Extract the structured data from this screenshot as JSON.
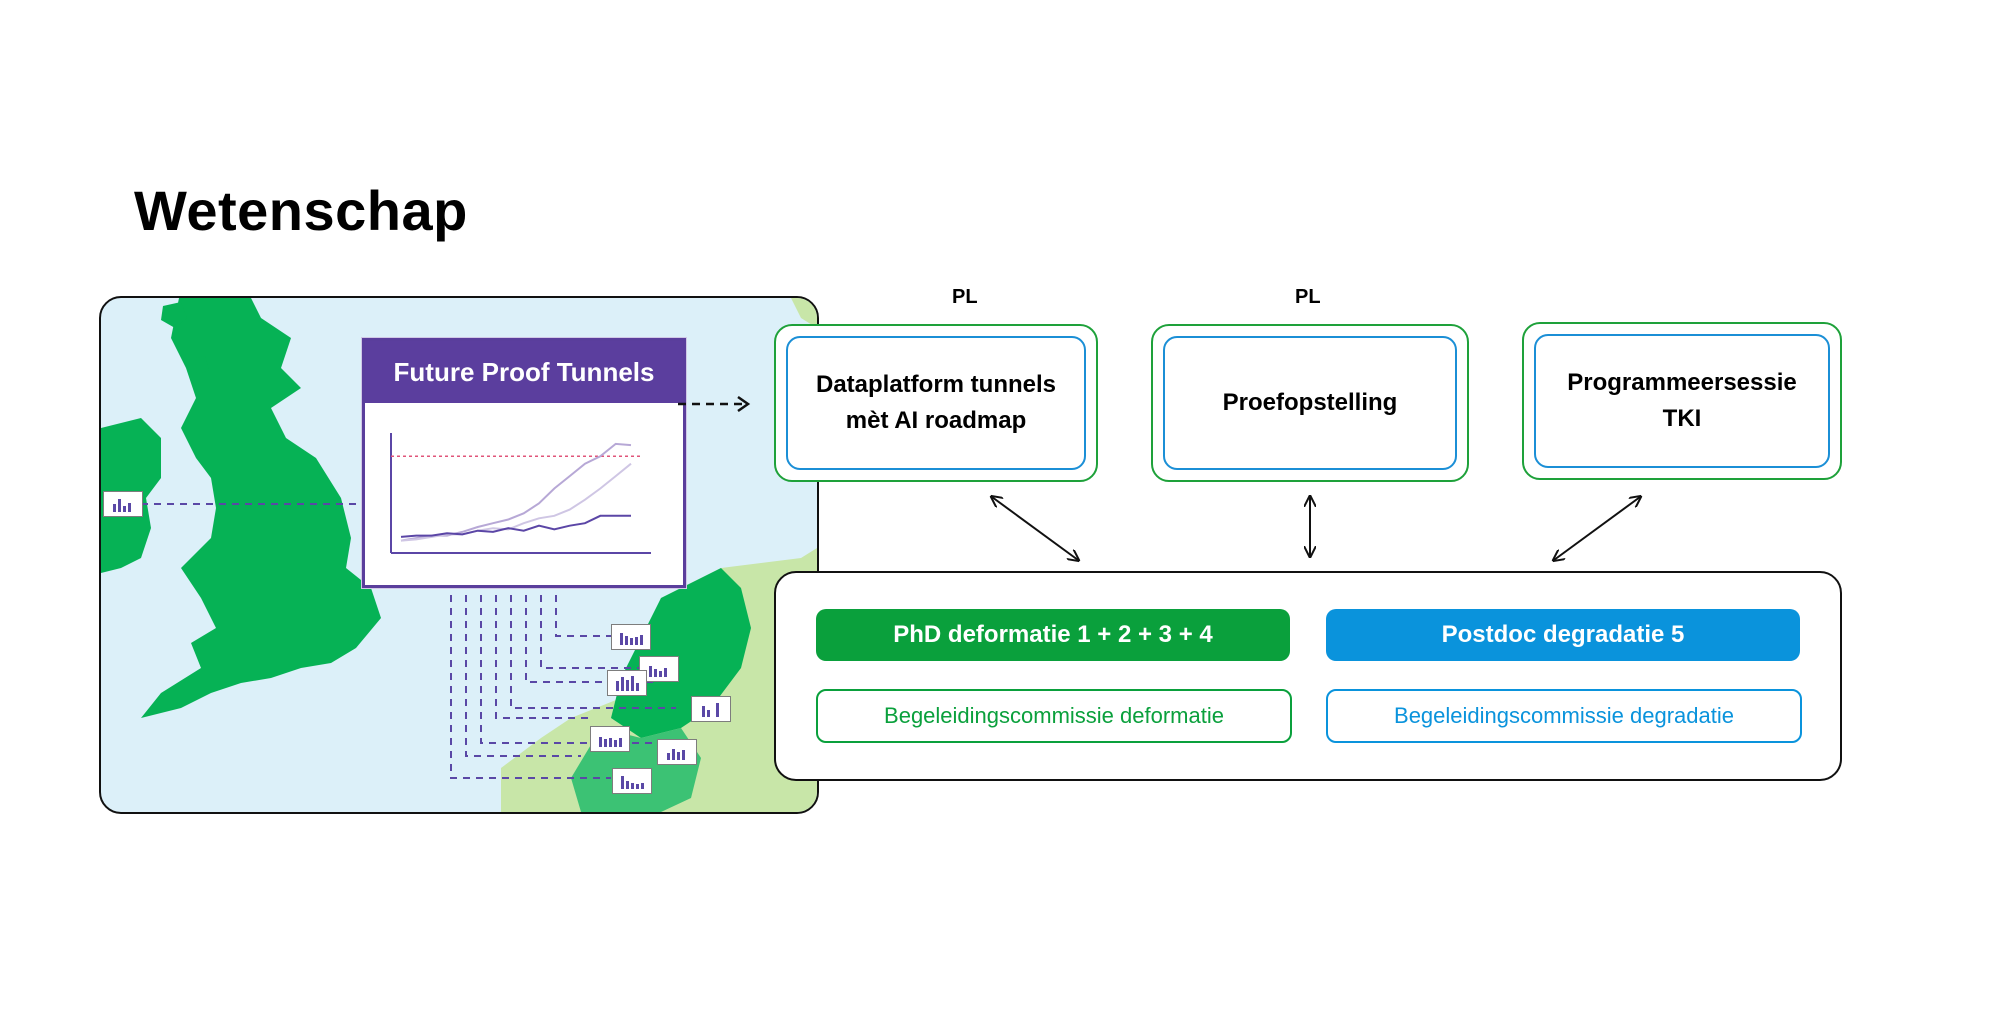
{
  "title": "Wetenschap",
  "map": {
    "chart_card_title": "Future Proof Tunnels",
    "chart_data": {
      "type": "line",
      "series": [
        {
          "values": [
            0.1,
            0.12,
            0.14,
            0.14,
            0.17,
            0.21,
            0.24,
            0.27,
            0.32,
            0.4,
            0.52,
            0.62,
            0.72,
            0.78,
            0.88,
            0.87
          ]
        },
        {
          "values": [
            0.1,
            0.11,
            0.13,
            0.15,
            0.15,
            0.18,
            0.2,
            0.19,
            0.24,
            0.28,
            0.3,
            0.35,
            0.43,
            0.52,
            0.62,
            0.72
          ]
        },
        {
          "values": [
            0.13,
            0.14,
            0.14,
            0.16,
            0.15,
            0.18,
            0.17,
            0.2,
            0.18,
            0.22,
            0.19,
            0.22,
            0.24,
            0.3,
            0.3,
            0.3
          ]
        }
      ],
      "reference_line": 0.78,
      "colors": {
        "series": [
          "#b7a8d6",
          "#cfc6e4",
          "#5b46a6"
        ],
        "reference": "#e0557a"
      }
    }
  },
  "top_boxes": [
    {
      "label_line1": "Dataplatform tunnels",
      "label_line2": "mèt AI roadmap",
      "tag": "PL"
    },
    {
      "label_line1": "Proefopstelling",
      "label_line2": "",
      "tag": "PL"
    },
    {
      "label_line1": "Programmeersessie",
      "label_line2": "TKI",
      "tag": ""
    }
  ],
  "bottom": {
    "phd_label": "PhD deformatie 1 + 2 + 3 + 4",
    "postdoc_label": "Postdoc degradatie 5",
    "commission_left": "Begeleidingscommissie deformatie",
    "commission_right": "Begeleidingscommissie degradatie"
  },
  "colors": {
    "green": "#0aa03c",
    "blue": "#0a93dc",
    "purple": "#5b3e9e",
    "land": "#06b255",
    "sea": "#dcf0f9"
  }
}
